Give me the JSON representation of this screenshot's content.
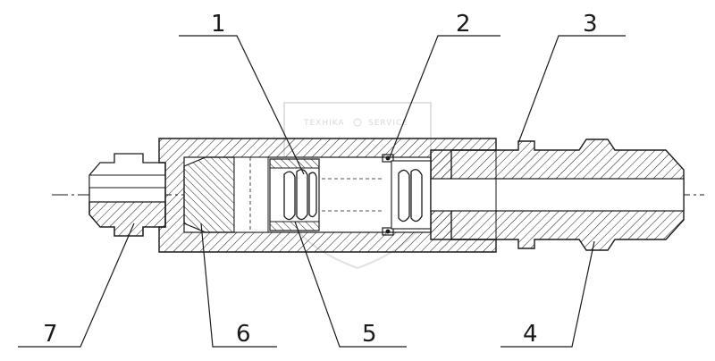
{
  "callouts": [
    {
      "label": "1"
    },
    {
      "label": "2"
    },
    {
      "label": "3"
    },
    {
      "label": "4"
    },
    {
      "label": "5"
    },
    {
      "label": "6"
    },
    {
      "label": "7"
    }
  ],
  "watermark": {
    "left_text": "TEXHIKA",
    "right_text": "SERVICE"
  },
  "colors": {
    "ink": "#1a1a1a",
    "watermark": "#c8c8c8"
  }
}
